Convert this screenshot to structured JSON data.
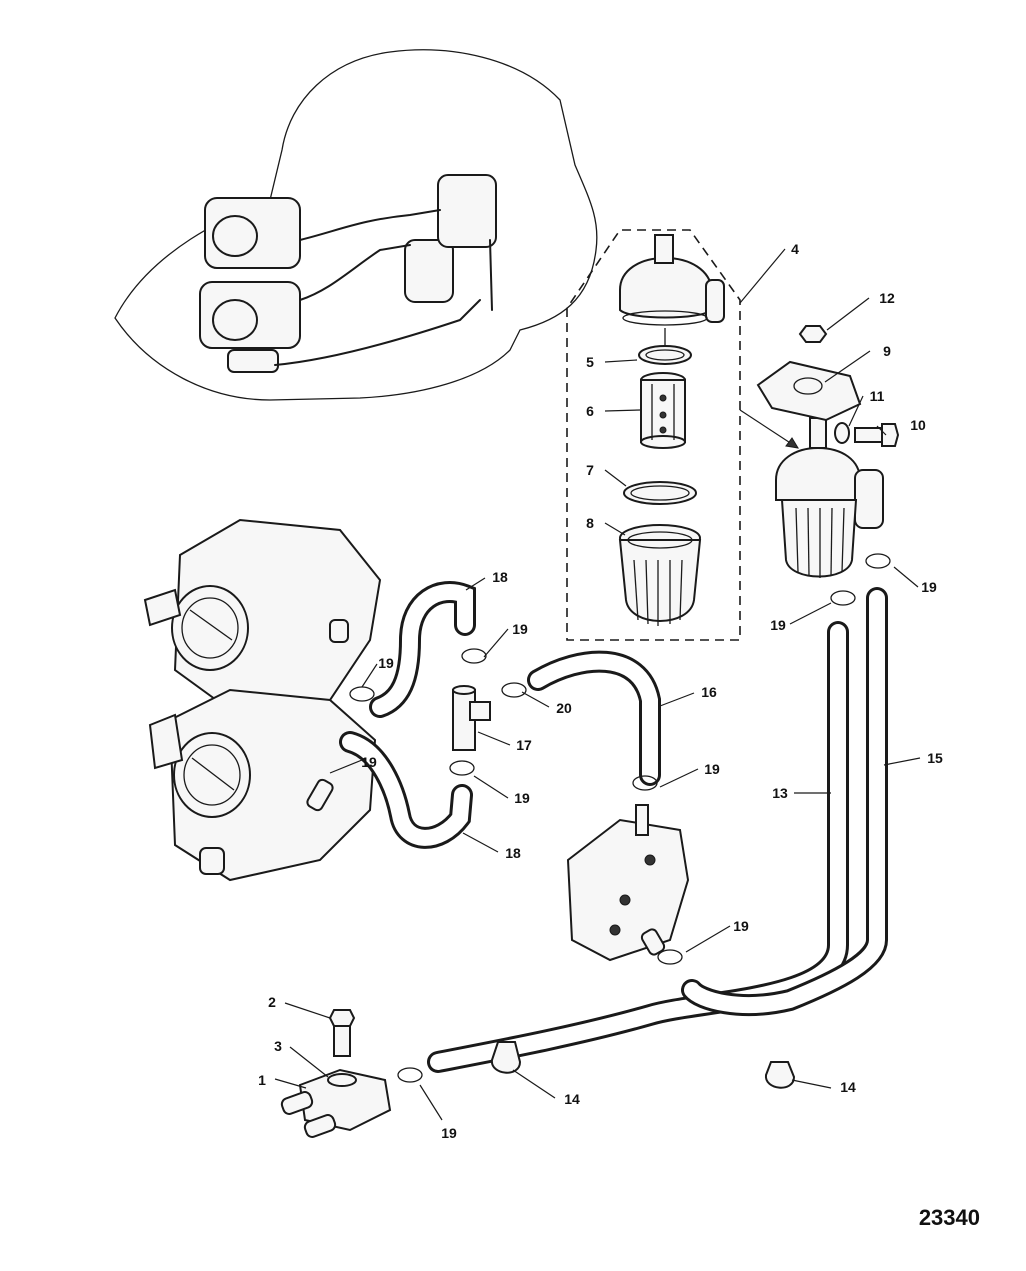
{
  "callouts": {
    "c1": "1",
    "c2": "2",
    "c3": "3",
    "c4": "4",
    "c5": "5",
    "c6": "6",
    "c7": "7",
    "c8": "8",
    "c9": "9",
    "c10": "10",
    "c11": "11",
    "c12": "12",
    "c13": "13",
    "c14a": "14",
    "c14b": "14",
    "c15": "15",
    "c16": "16",
    "c17": "17",
    "c18a": "18",
    "c18b": "18",
    "c19a": "19",
    "c19b": "19",
    "c19c": "19",
    "c19d": "19",
    "c19e": "19",
    "c19f": "19",
    "c19g": "19",
    "c19h": "19",
    "c19i": "19",
    "c20": "20"
  },
  "figure_number": "23340"
}
